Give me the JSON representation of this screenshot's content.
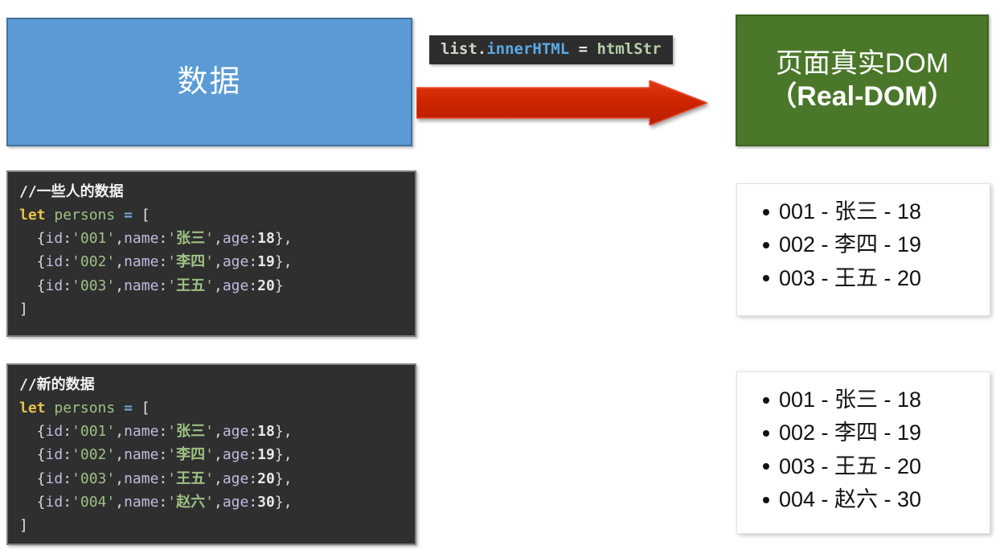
{
  "diagram": {
    "source_box": {
      "label": "数据",
      "fill": "#5b9bd5",
      "border": "#41719c",
      "text_color": "#ffffff"
    },
    "target_box": {
      "line1": "页面真实DOM",
      "line2": "（Real-DOM）",
      "fill": "#4a7729",
      "border": "#3d6322",
      "text_color": "#ffffff"
    },
    "arrow": {
      "name": "red-block-arrow",
      "direction": "right",
      "color": "#cc2200",
      "highlight": "#e8350f"
    },
    "code_chip": {
      "object": "list.",
      "property": "innerHTML",
      "operator": " = ",
      "value": "htmlStr",
      "background": "#2d2d2d"
    }
  },
  "code_blocks": [
    {
      "id": "code-block-1",
      "comment": "//一些人的数据",
      "declaration": {
        "keyword": "let",
        "name": "persons",
        "operator": "=",
        "open": "["
      },
      "entries": [
        {
          "id": "001",
          "name": "张三",
          "age": "18",
          "trailing": ","
        },
        {
          "id": "002",
          "name": "李四",
          "age": "19",
          "trailing": ","
        },
        {
          "id": "003",
          "name": "王五",
          "age": "20",
          "trailing": ""
        }
      ],
      "close": "]"
    },
    {
      "id": "code-block-2",
      "comment": "//新的数据",
      "declaration": {
        "keyword": "let",
        "name": "persons",
        "operator": "=",
        "open": "["
      },
      "entries": [
        {
          "id": "001",
          "name": "张三",
          "age": "18",
          "trailing": ","
        },
        {
          "id": "002",
          "name": "李四",
          "age": "19",
          "trailing": ","
        },
        {
          "id": "003",
          "name": "王五",
          "age": "20",
          "trailing": ","
        },
        {
          "id": "004",
          "name": "赵六",
          "age": "30",
          "trailing": ","
        }
      ],
      "close": "]"
    }
  ],
  "dom_boxes": [
    {
      "id": "dom-box-1",
      "items": [
        "001 - 张三 - 18",
        "002 - 李四 - 19",
        "003 - 王五 - 20"
      ]
    },
    {
      "id": "dom-box-2",
      "items": [
        "001 - 张三 - 18",
        "002 - 李四 - 19",
        "003 - 王五 - 20",
        "004 - 赵六 - 30"
      ]
    }
  ],
  "code_tokens": {
    "key_id": "id",
    "key_name": "name",
    "key_age": "age",
    "quote": "'",
    "colon": ":",
    "comma": ",",
    "brace_open": "{",
    "brace_close": "}"
  }
}
